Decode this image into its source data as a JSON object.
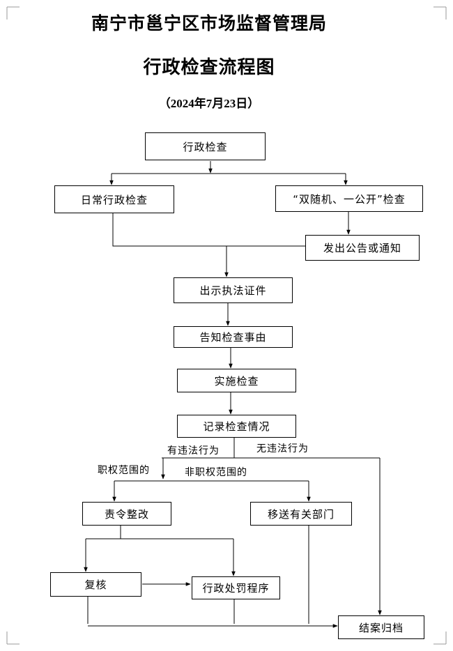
{
  "header": {
    "title": "南宁市邕宁区市场监督管理局",
    "subtitle": "行政检查流程图",
    "date": "（2024年7月23日）"
  },
  "nodes": {
    "admin_inspection": "行政检查",
    "daily_inspection": "日常行政检查",
    "double_random": "“双随机、一公开”检查",
    "notice": "发出公告或通知",
    "show_certificate": "出示执法证件",
    "inform_reason": "告知检查事由",
    "conduct": "实施检查",
    "record": "记录检查情况",
    "rectify": "责令整改",
    "transfer": "移送有关部门",
    "review": "复核",
    "penalty": "行政处罚程序",
    "close_case": "结案归档"
  },
  "edge_labels": {
    "violation": "有违法行为",
    "no_violation": "无违法行为",
    "in_scope": "职权范围的",
    "out_scope": "非职权范围的"
  }
}
